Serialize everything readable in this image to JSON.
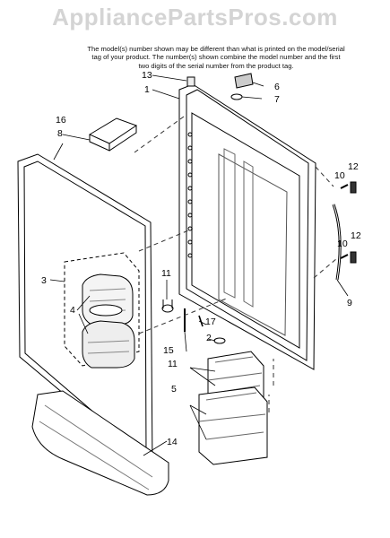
{
  "watermark": "AppliancePartsPros.com",
  "note": "The model(s) number shown may be different than what is printed on the model/serial tag of your product. The number(s) shown combine the model number and the first two digits of the serial number from the product tag.",
  "callouts": {
    "c1": "1",
    "c2": "2",
    "c3": "3",
    "c4": "4",
    "c5": "5",
    "c6": "6",
    "c7": "7",
    "c8": "8",
    "c9": "9",
    "c10a": "10",
    "c10b": "10",
    "c11a": "11",
    "c11b": "11",
    "c12a": "12",
    "c12b": "12",
    "c13": "13",
    "c14": "14",
    "c15": "15",
    "c16": "16",
    "c17": "17"
  }
}
